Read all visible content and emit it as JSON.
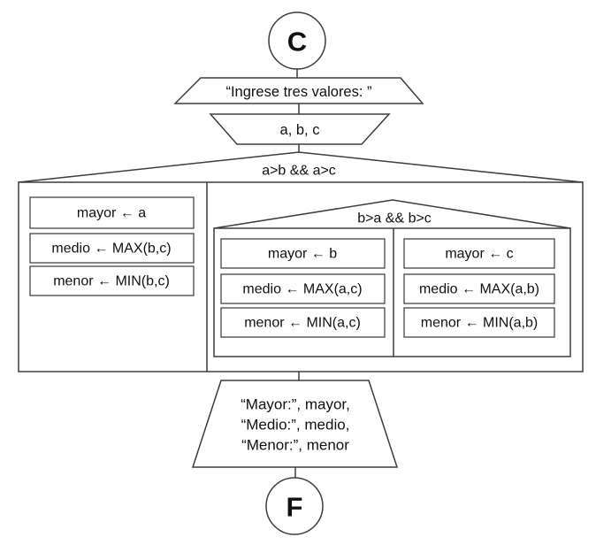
{
  "diagram": {
    "start_label": "C",
    "end_label": "F",
    "prompt_text": "“Ingrese tres valores: ”",
    "input_vars": "a, b, c",
    "decision_a": {
      "condition": "a>b && a>c",
      "true_statements": [
        "mayor ← a",
        "medio ← MAX(b,c)",
        "menor ← MIN(b,c)"
      ],
      "decision_b": {
        "condition": "b>a && b>c",
        "true_statements": [
          "mayor ← b",
          "medio ← MAX(a,c)",
          "menor ← MIN(a,c)"
        ],
        "false_statements": [
          "mayor ← c",
          "medio ← MAX(a,b)",
          "menor ← MIN(a,b)"
        ]
      }
    },
    "output_lines": [
      "“Mayor:”, mayor,",
      "“Medio:”, medio,",
      "“Menor:”, menor"
    ]
  }
}
